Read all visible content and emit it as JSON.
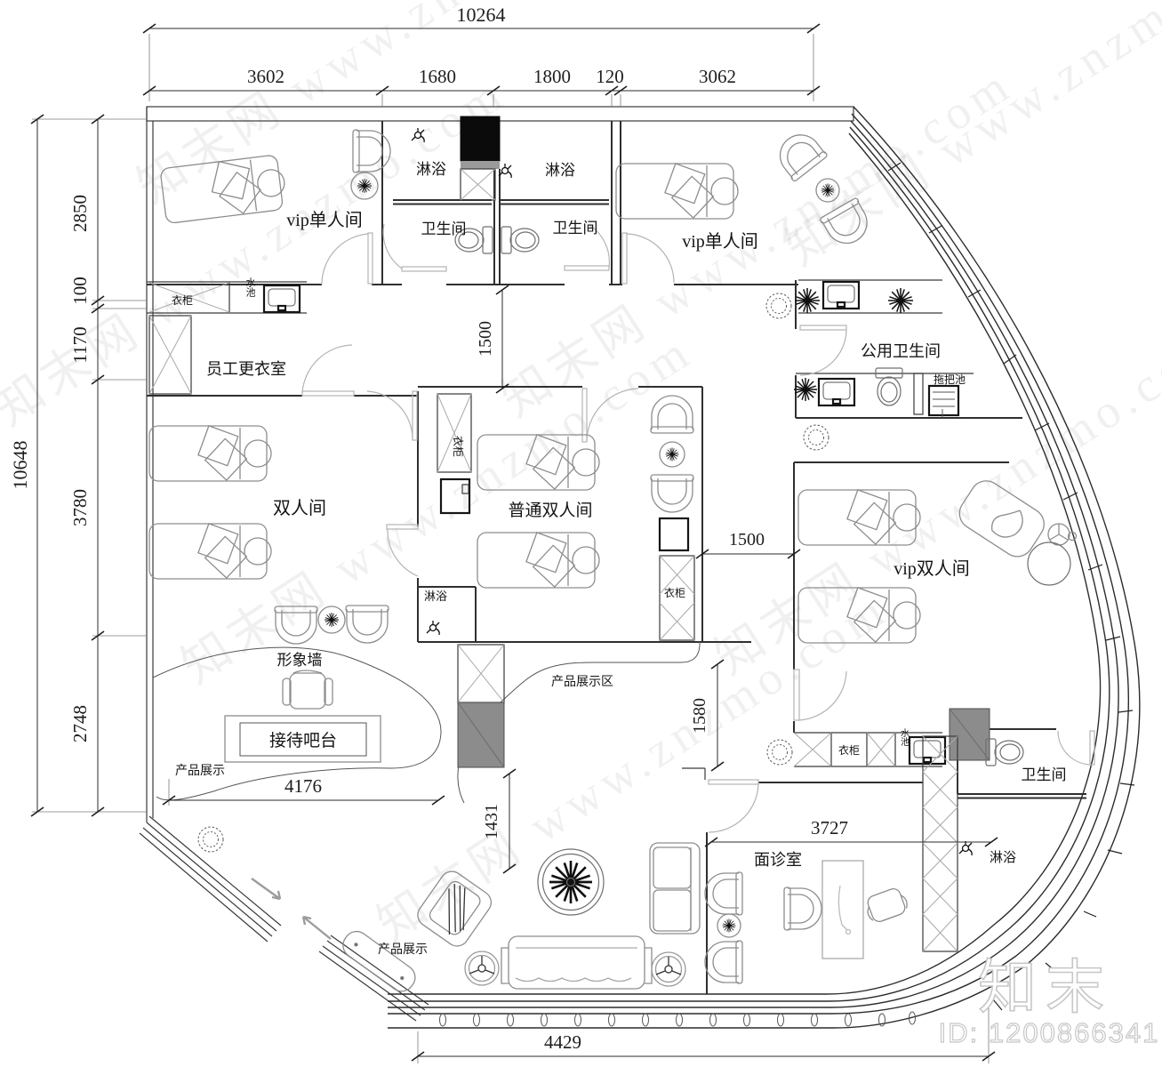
{
  "labels": {
    "vip_single": "vip单人间",
    "shower": "淋浴",
    "wc": "卫生间",
    "staff_room": "员工更衣室",
    "double_room": "双人间",
    "standard_double": "普通双人间",
    "vip_double": "vip双人间",
    "public_wc": "公用卫生间",
    "mop_pool": "拖把池",
    "image_wall": "形象墙",
    "reception": "接待吧台",
    "product_display": "产品展示",
    "product_display_area": "产品展示区",
    "consult_room": "面诊室",
    "wardrobe": "衣柜",
    "sink": "水池"
  },
  "dimensions": {
    "top_total": "10264",
    "top_segments": [
      "3602",
      "1680",
      "1800",
      "120",
      "3062"
    ],
    "left_total": "10648",
    "left_segments": [
      "2850",
      "100",
      "1170",
      "3780",
      "2748"
    ],
    "corridor_height": "1500",
    "corridor_width": "1500",
    "display_area_height": "1580",
    "entry_height": "1431",
    "reception_width": "4176",
    "consult_width": "3727",
    "storefront_width": "4429"
  },
  "watermark": {
    "site": "知末网 www.znzmo.com",
    "brand": "知末",
    "id": "ID: 1200866341"
  }
}
